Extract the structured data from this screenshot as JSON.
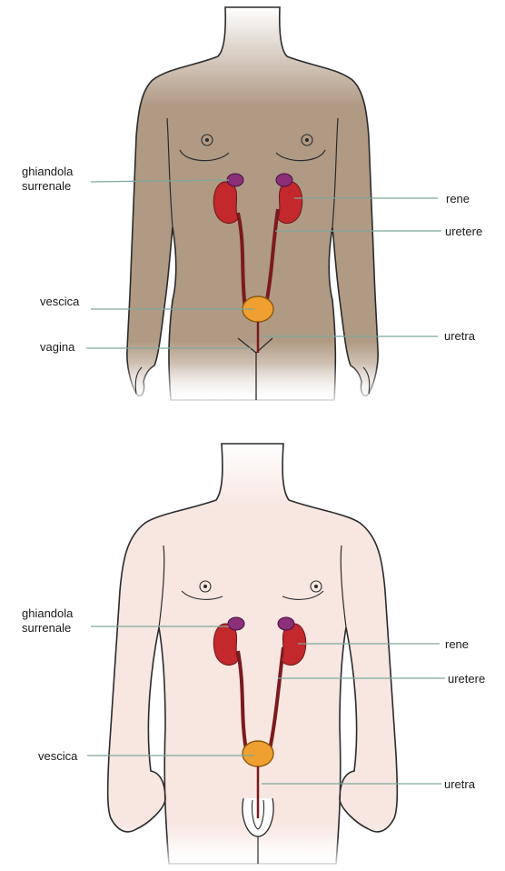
{
  "figures": [
    {
      "id": "female",
      "labels": {
        "adrenal_line1": "ghiandola",
        "adrenal_line2": "surrenale",
        "kidney": "rene",
        "ureter": "uretere",
        "bladder": "vescica",
        "vagina": "vagina",
        "urethra": "uretra"
      }
    },
    {
      "id": "male",
      "labels": {
        "adrenal_line1": "ghiandola",
        "adrenal_line2": "surrenale",
        "kidney": "rene",
        "ureter": "uretere",
        "bladder": "vescica",
        "urethra": "uretra"
      }
    }
  ],
  "colors": {
    "female_skin": "#b09a84",
    "male_skin": "#f8e6e1",
    "kidney": "#c2282c",
    "adrenal": "#8a2f78",
    "ureter": "#7a1a1e",
    "bladder": "#f0a030",
    "leader_line": "#7fa89a"
  }
}
